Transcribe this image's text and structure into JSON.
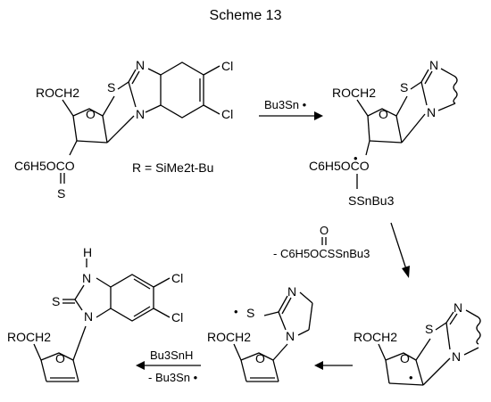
{
  "scheme": {
    "title": "Scheme 13",
    "atoms": {
      "N": "N",
      "S": "S",
      "O": "O",
      "Cl": "Cl",
      "H": "H",
      "rad": "•"
    },
    "groups": {
      "roch2": "ROCH2",
      "ester_top": "C6H5OCO",
      "ester_mid": "C6H5OCO",
      "sbu": "SSnBu3",
      "r_def": "R = SiMe2t-Bu"
    },
    "reagents": {
      "step1": "Bu3Sn •",
      "step2": "- C6H5OCSSnBu3",
      "step2_o": "O",
      "step3": "Bu3SnH",
      "step3b": "- Bu3Sn •"
    }
  }
}
